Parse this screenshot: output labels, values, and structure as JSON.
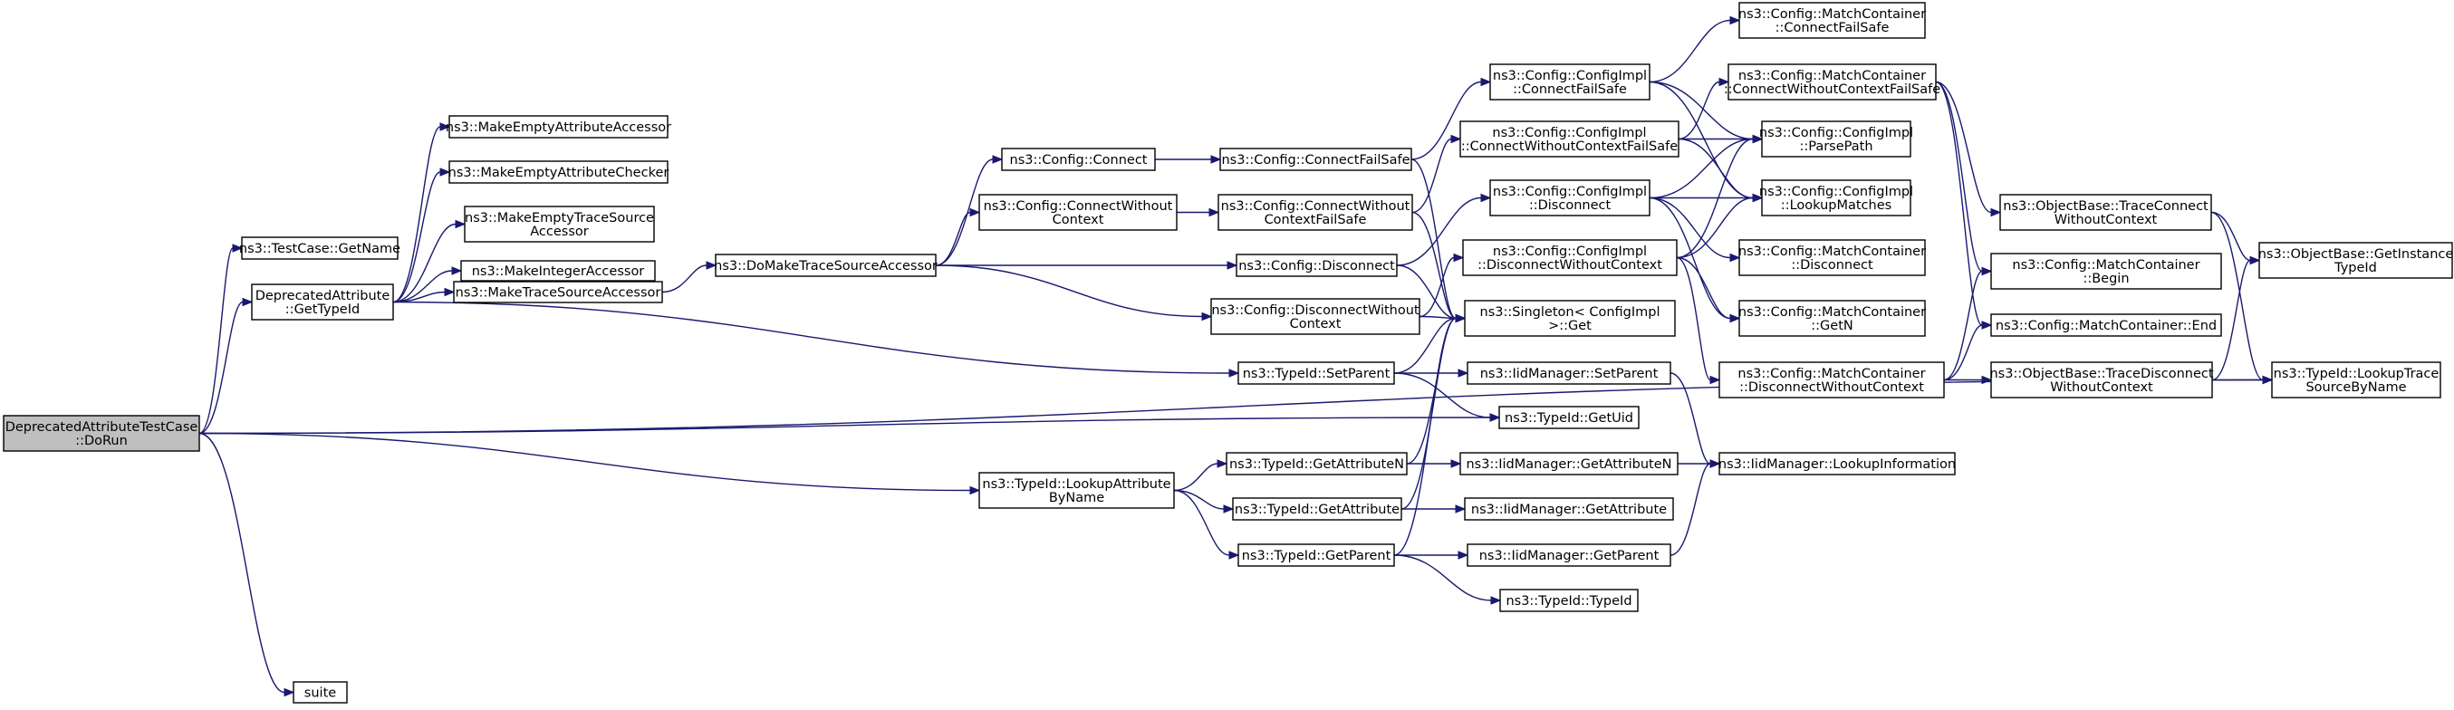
{
  "colors": {
    "edge": "#191970",
    "root_fill": "#bfbfbf",
    "node_fill": "#ffffff",
    "border": "#000000"
  },
  "nodes": [
    {
      "id": "root",
      "lines": [
        "DeprecatedAttributeTestCase",
        "::DoRun"
      ],
      "root": true
    },
    {
      "id": "tc_getname",
      "lines": [
        "ns3::TestCase::GetName"
      ]
    },
    {
      "id": "da_gettypeid",
      "lines": [
        "DeprecatedAttribute",
        "::GetTypeId"
      ]
    },
    {
      "id": "suite",
      "lines": [
        "suite"
      ]
    },
    {
      "id": "mk_attr_acc",
      "lines": [
        "ns3::MakeEmptyAttributeAccessor"
      ]
    },
    {
      "id": "mk_attr_chk",
      "lines": [
        "ns3::MakeEmptyAttributeChecker"
      ]
    },
    {
      "id": "mk_trace_empty",
      "lines": [
        "ns3::MakeEmptyTraceSource",
        "Accessor"
      ]
    },
    {
      "id": "mk_int",
      "lines": [
        "ns3::MakeIntegerAccessor"
      ]
    },
    {
      "id": "mk_trace",
      "lines": [
        "ns3::MakeTraceSourceAccessor"
      ]
    },
    {
      "id": "do_make",
      "lines": [
        "ns3::DoMakeTraceSourceAccessor"
      ]
    },
    {
      "id": "cfg_connect",
      "lines": [
        "ns3::Config::Connect"
      ]
    },
    {
      "id": "cfg_connect_woc",
      "lines": [
        "ns3::Config::ConnectWithout",
        "Context"
      ]
    },
    {
      "id": "cfg_connect_fs",
      "lines": [
        "ns3::Config::ConnectFailSafe"
      ]
    },
    {
      "id": "cfg_connect_woc_fs",
      "lines": [
        "ns3::Config::ConnectWithout",
        "ContextFailSafe"
      ]
    },
    {
      "id": "cfg_disconnect",
      "lines": [
        "ns3::Config::Disconnect"
      ]
    },
    {
      "id": "cfg_disconnect_woc",
      "lines": [
        "ns3::Config::DisconnectWithout",
        "Context"
      ]
    },
    {
      "id": "tid_setparent",
      "lines": [
        "ns3::TypeId::SetParent"
      ]
    },
    {
      "id": "tid_lookup_attr",
      "lines": [
        "ns3::TypeId::LookupAttribute",
        "ByName"
      ]
    },
    {
      "id": "tid_getattrn",
      "lines": [
        "ns3::TypeId::GetAttributeN"
      ]
    },
    {
      "id": "tid_getattr",
      "lines": [
        "ns3::TypeId::GetAttribute"
      ]
    },
    {
      "id": "tid_getparent",
      "lines": [
        "ns3::TypeId::GetParent"
      ]
    },
    {
      "id": "impl_connect_fs",
      "lines": [
        "ns3::Config::ConfigImpl",
        "::ConnectFailSafe"
      ]
    },
    {
      "id": "impl_connect_woc_fs",
      "lines": [
        "ns3::Config::ConfigImpl",
        "::ConnectWithoutContextFailSafe"
      ]
    },
    {
      "id": "impl_disconnect",
      "lines": [
        "ns3::Config::ConfigImpl",
        "::Disconnect"
      ]
    },
    {
      "id": "impl_disconnect_woc",
      "lines": [
        "ns3::Config::ConfigImpl",
        "::DisconnectWithoutContext"
      ]
    },
    {
      "id": "singleton_get",
      "lines": [
        "ns3::Singleton< ConfigImpl",
        ">::Get"
      ]
    },
    {
      "id": "iid_setparent",
      "lines": [
        "ns3::IidManager::SetParent"
      ]
    },
    {
      "id": "tid_getuid",
      "lines": [
        "ns3::TypeId::GetUid"
      ]
    },
    {
      "id": "iid_getattrn",
      "lines": [
        "ns3::IidManager::GetAttributeN"
      ]
    },
    {
      "id": "iid_getattr",
      "lines": [
        "ns3::IidManager::GetAttribute"
      ]
    },
    {
      "id": "iid_getparent",
      "lines": [
        "ns3::IidManager::GetParent"
      ]
    },
    {
      "id": "tid_typeid",
      "lines": [
        "ns3::TypeId::TypeId"
      ]
    },
    {
      "id": "mc_connect_fs",
      "lines": [
        "ns3::Config::MatchContainer",
        "::ConnectFailSafe"
      ]
    },
    {
      "id": "mc_connect_woc_fs",
      "lines": [
        "ns3::Config::MatchContainer",
        "::ConnectWithoutContextFailSafe"
      ]
    },
    {
      "id": "impl_parsepath",
      "lines": [
        "ns3::Config::ConfigImpl",
        "::ParsePath"
      ]
    },
    {
      "id": "impl_lookup",
      "lines": [
        "ns3::Config::ConfigImpl",
        "::LookupMatches"
      ]
    },
    {
      "id": "mc_disconnect",
      "lines": [
        "ns3::Config::MatchContainer",
        "::Disconnect"
      ]
    },
    {
      "id": "mc_getn",
      "lines": [
        "ns3::Config::MatchContainer",
        "::GetN"
      ]
    },
    {
      "id": "mc_disconnect_woc",
      "lines": [
        "ns3::Config::MatchContainer",
        "::DisconnectWithoutContext"
      ]
    },
    {
      "id": "iid_lookupinfo",
      "lines": [
        "ns3::IidManager::LookupInformation"
      ]
    },
    {
      "id": "ob_traceconnect_woc",
      "lines": [
        "ns3::ObjectBase::TraceConnect",
        "WithoutContext"
      ]
    },
    {
      "id": "mc_begin",
      "lines": [
        "ns3::Config::MatchContainer",
        "::Begin"
      ]
    },
    {
      "id": "mc_end",
      "lines": [
        "ns3::Config::MatchContainer::End"
      ]
    },
    {
      "id": "ob_tracedisconnect_woc",
      "lines": [
        "ns3::ObjectBase::TraceDisconnect",
        "WithoutContext"
      ]
    },
    {
      "id": "ob_getinstancetypeid",
      "lines": [
        "ns3::ObjectBase::GetInstance",
        "TypeId"
      ]
    },
    {
      "id": "tid_lookuptrace",
      "lines": [
        "ns3::TypeId::LookupTrace",
        "SourceByName"
      ]
    }
  ],
  "edges": [
    [
      "root",
      "tc_getname"
    ],
    [
      "root",
      "da_gettypeid"
    ],
    [
      "root",
      "tid_getuid"
    ],
    [
      "root",
      "tid_lookup_attr"
    ],
    [
      "root",
      "tid_lookuptrace"
    ],
    [
      "root",
      "suite"
    ],
    [
      "da_gettypeid",
      "mk_attr_acc"
    ],
    [
      "da_gettypeid",
      "mk_attr_chk"
    ],
    [
      "da_gettypeid",
      "mk_trace_empty"
    ],
    [
      "da_gettypeid",
      "mk_int"
    ],
    [
      "da_gettypeid",
      "mk_trace"
    ],
    [
      "da_gettypeid",
      "tid_setparent"
    ],
    [
      "mk_trace",
      "do_make"
    ],
    [
      "do_make",
      "cfg_connect"
    ],
    [
      "do_make",
      "cfg_connect_woc"
    ],
    [
      "do_make",
      "cfg_disconnect"
    ],
    [
      "do_make",
      "cfg_disconnect_woc"
    ],
    [
      "cfg_connect",
      "cfg_connect_fs"
    ],
    [
      "cfg_connect_woc",
      "cfg_connect_woc_fs"
    ],
    [
      "cfg_connect_fs",
      "impl_connect_fs"
    ],
    [
      "cfg_connect_fs",
      "singleton_get"
    ],
    [
      "cfg_connect_woc_fs",
      "impl_connect_woc_fs"
    ],
    [
      "cfg_connect_woc_fs",
      "singleton_get"
    ],
    [
      "cfg_disconnect",
      "impl_disconnect"
    ],
    [
      "cfg_disconnect",
      "singleton_get"
    ],
    [
      "cfg_disconnect_woc",
      "impl_disconnect_woc"
    ],
    [
      "cfg_disconnect_woc",
      "singleton_get"
    ],
    [
      "tid_setparent",
      "singleton_get"
    ],
    [
      "tid_setparent",
      "iid_setparent"
    ],
    [
      "tid_setparent",
      "tid_getuid"
    ],
    [
      "tid_lookup_attr",
      "tid_getattrn"
    ],
    [
      "tid_lookup_attr",
      "tid_getattr"
    ],
    [
      "tid_lookup_attr",
      "tid_getparent"
    ],
    [
      "tid_getattrn",
      "singleton_get"
    ],
    [
      "tid_getattrn",
      "iid_getattrn"
    ],
    [
      "tid_getattr",
      "singleton_get"
    ],
    [
      "tid_getattr",
      "iid_getattr"
    ],
    [
      "tid_getparent",
      "singleton_get"
    ],
    [
      "tid_getparent",
      "iid_getparent"
    ],
    [
      "tid_getparent",
      "tid_typeid"
    ],
    [
      "impl_connect_fs",
      "mc_connect_fs"
    ],
    [
      "impl_connect_fs",
      "impl_parsepath"
    ],
    [
      "impl_connect_fs",
      "impl_lookup"
    ],
    [
      "impl_connect_woc_fs",
      "mc_connect_woc_fs"
    ],
    [
      "impl_connect_woc_fs",
      "impl_parsepath"
    ],
    [
      "impl_connect_woc_fs",
      "impl_lookup"
    ],
    [
      "impl_disconnect",
      "impl_parsepath"
    ],
    [
      "impl_disconnect",
      "impl_lookup"
    ],
    [
      "impl_disconnect",
      "mc_disconnect"
    ],
    [
      "impl_disconnect",
      "mc_getn"
    ],
    [
      "impl_disconnect_woc",
      "impl_parsepath"
    ],
    [
      "impl_disconnect_woc",
      "impl_lookup"
    ],
    [
      "impl_disconnect_woc",
      "mc_getn"
    ],
    [
      "impl_disconnect_woc",
      "mc_disconnect_woc"
    ],
    [
      "iid_setparent",
      "iid_lookupinfo"
    ],
    [
      "iid_getattrn",
      "iid_lookupinfo"
    ],
    [
      "iid_getparent",
      "iid_lookupinfo"
    ],
    [
      "mc_connect_woc_fs",
      "ob_traceconnect_woc"
    ],
    [
      "mc_connect_woc_fs",
      "mc_begin"
    ],
    [
      "mc_connect_woc_fs",
      "mc_end"
    ],
    [
      "mc_disconnect_woc",
      "mc_begin"
    ],
    [
      "mc_disconnect_woc",
      "mc_end"
    ],
    [
      "mc_disconnect_woc",
      "ob_tracedisconnect_woc"
    ],
    [
      "ob_traceconnect_woc",
      "ob_getinstancetypeid"
    ],
    [
      "ob_traceconnect_woc",
      "tid_lookuptrace"
    ],
    [
      "ob_tracedisconnect_woc",
      "ob_getinstancetypeid"
    ],
    [
      "ob_tracedisconnect_woc",
      "tid_lookuptrace"
    ]
  ]
}
